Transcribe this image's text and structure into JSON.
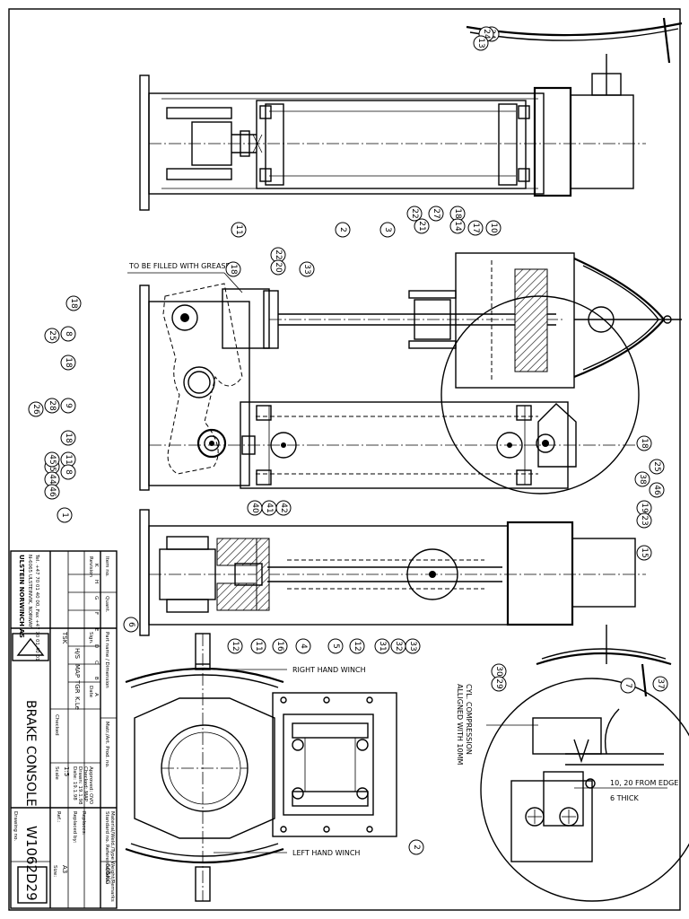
{
  "notes": {
    "grease": "TO BE FILLED WITH GREASE",
    "right_winch": "RIGHT HAND WINCH",
    "left_winch": "LEFT HAND WINCH",
    "aligned_1": "ALLIGNED WITH 10MM",
    "aligned_2": "CYL. COMPRESSION",
    "weld_edge": "10, 20 FROM EDGE",
    "weld_thick": "6 THICK"
  },
  "balloons": [
    "34",
    "24",
    "13",
    "11",
    "2",
    "3",
    "22",
    "21",
    "27",
    "18",
    "14",
    "17",
    "10",
    "18",
    "22",
    "20",
    "33",
    "18",
    "8",
    "25",
    "18",
    "9",
    "28",
    "26",
    "18",
    "11",
    "8",
    "25",
    "45",
    "44",
    "46",
    "40",
    "41",
    "42",
    "18",
    "25",
    "38",
    "46",
    "1",
    "19",
    "23",
    "15",
    "6",
    "12",
    "11",
    "16",
    "4",
    "5",
    "12",
    "31",
    "32",
    "33",
    "30",
    "29",
    "7",
    "37",
    "2"
  ],
  "title_block": {
    "company": "ULSTEIN NORWINCH AS",
    "address": "N-6065 ULSTEINVIK, NORWAY",
    "tel": "Tel. +47 70 01 40 00, Fax +47 70 01 40 01",
    "title": "BRAKE CONSOLE",
    "drawing_no": "W1062D29",
    "weight": "665KG",
    "item_no_hdr": "Item no.",
    "quant_hdr": "Quant.",
    "part_name_hdr": "Part name / Dimension",
    "mat_hdr": "Matr./Art. Prod. no.",
    "std_hdr": "Standard no. Reference/Rem.",
    "material_hdr": "Material/Weld./Type Weight/Remarks",
    "rev_letters": [
      "K",
      "H",
      "G",
      "F",
      "E",
      "D",
      "C",
      "B",
      "A"
    ],
    "revision_hdr": "Revision",
    "sign_hdr": "Sign.",
    "sign_row": [
      "H/S",
      "MAP",
      "TGR",
      "K.Le"
    ],
    "date_hdr": "Date",
    "checked_hdr": "Checked",
    "checked_val": "TSK",
    "scale_hdr": "Scale",
    "scale_val": "1:5",
    "date_row": "Date: 19.1.98",
    "checked_row": "Checked: MAP",
    "approved_row": "Approved: OVO",
    "drawn_row": "Drawn: 19.1.98",
    "replaced_by": "Replaced by:",
    "replaces": "Replaces:",
    "ref_hdr": "Ref.:",
    "drawing_no_hdr": "Drawing no.",
    "sheet_hdr": "Size:",
    "sheet_val": "A3"
  }
}
